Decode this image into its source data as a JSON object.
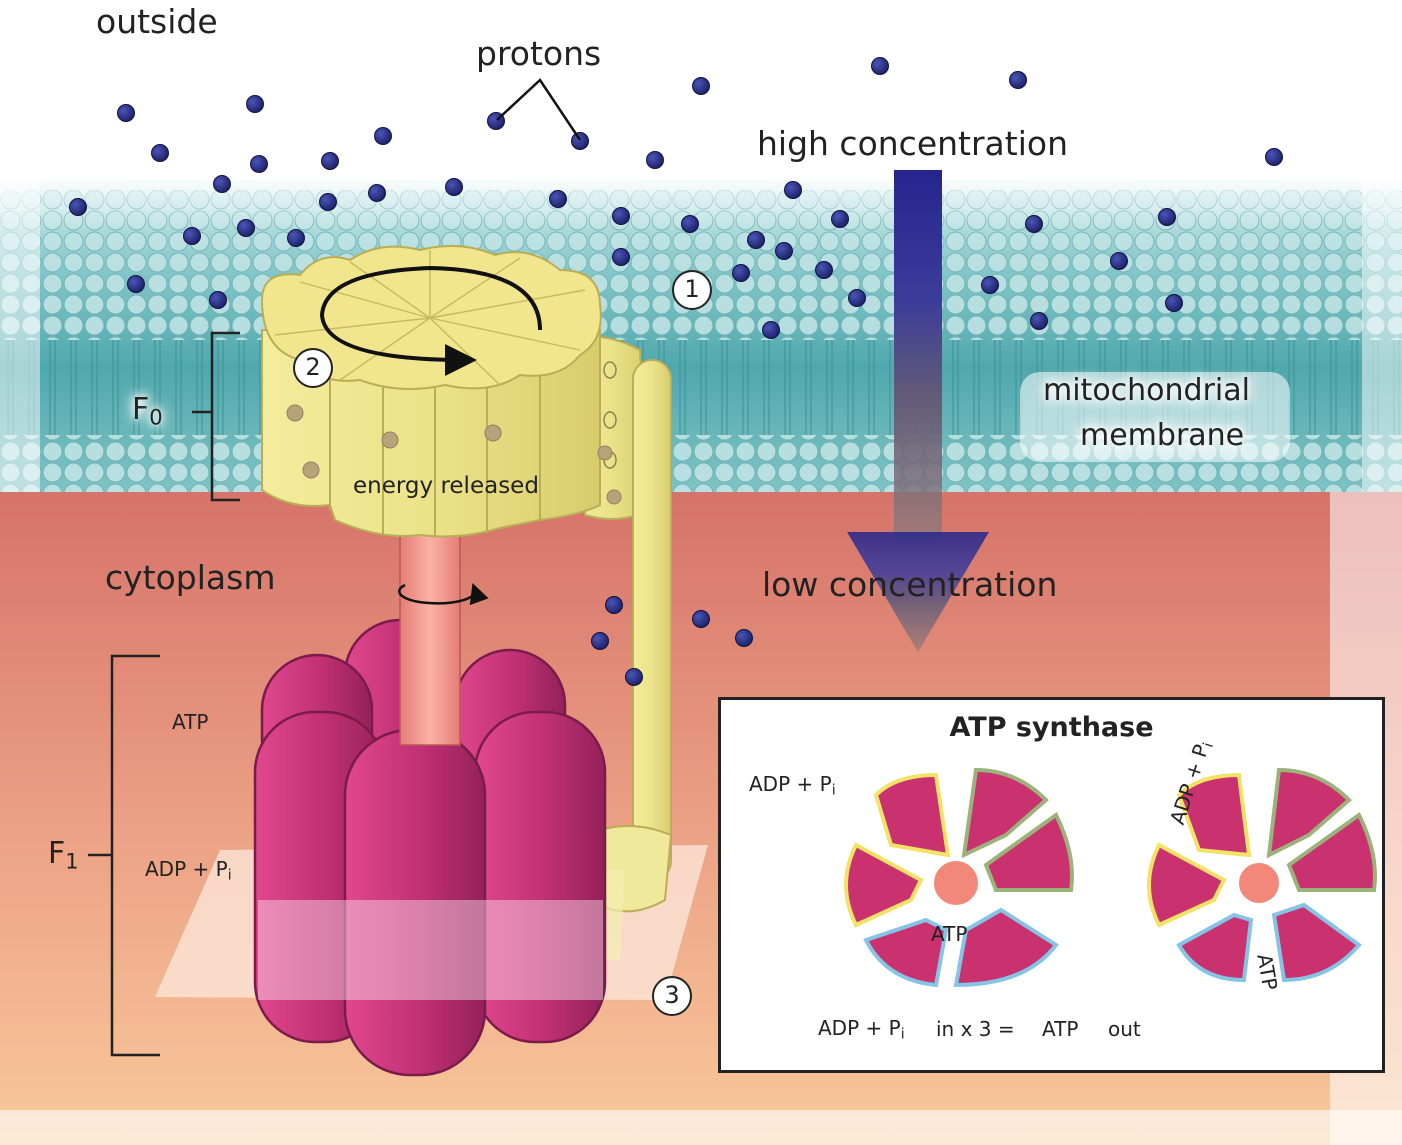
{
  "labels": {
    "outside": "outside",
    "protons": "protons",
    "high_concentration": "high concentration",
    "mitochondrial_line1": "mitochondrial",
    "mitochondrial_line2": "membrane",
    "f0_main": "F",
    "f0_sub": "0",
    "energy_released": "energy  released",
    "cytoplasm": "cytoplasm",
    "low_concentration": "low concentration",
    "atp_side": "ATP",
    "adp_side_main": "ADP + P",
    "adp_side_sub": "i",
    "f1_main": "F",
    "f1_sub": "1"
  },
  "steps": [
    "1",
    "2",
    "3"
  ],
  "inset": {
    "title": "ATP synthase",
    "adp_main": "ADP + P",
    "adp_sub": "i",
    "atp_left": "ATP",
    "adp_rot_main": "ADP + P",
    "adp_rot_sub": "i",
    "atp_right": "ATP",
    "eq_adp_main": "ADP + P",
    "eq_adp_sub": "i",
    "eq_in": "in x 3 =",
    "eq_atp": "ATP",
    "eq_out": "out"
  },
  "colors": {
    "proton": "#252a78",
    "membrane": "#5fb3b8",
    "cytoplasm_top": "#d4776a",
    "cytoplasm_bottom": "#f6c194",
    "fo_rotor": "#ebe08a",
    "f1_head": "#b52a6b",
    "stalk": "#f29a90",
    "arrow_top": "#2a2a8c",
    "arrow_bottom": "#6e5e6e"
  }
}
